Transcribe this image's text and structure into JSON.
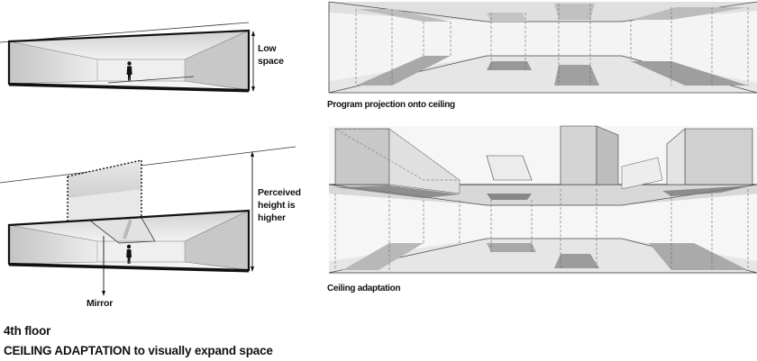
{
  "left": {
    "low_label_1": "Low",
    "low_label_2": "space",
    "perceived_1": "Perceived",
    "perceived_2": "height is",
    "perceived_3": "higher",
    "mirror": "Mirror"
  },
  "right": {
    "caption_top": "Program projection onto ceiling",
    "caption_bottom": "Ceiling adaptation"
  },
  "footer": {
    "floor": "4th floor",
    "title": "CEILING ADAPTATION to visually expand space"
  }
}
